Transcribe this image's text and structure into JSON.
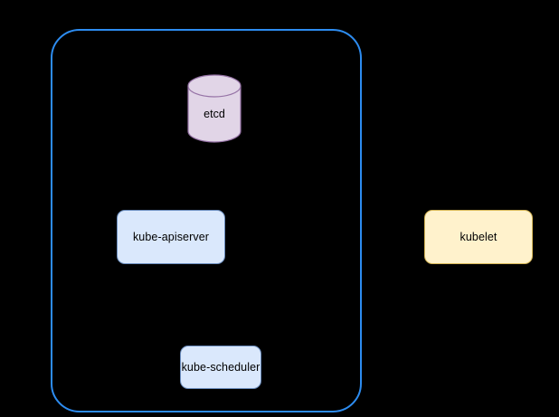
{
  "diagram": {
    "background_color": "#000000",
    "control_plane": {
      "name": "control-plane-boundary",
      "border_color": "#2d8cf0",
      "fill": "none"
    },
    "nodes": [
      {
        "id": "etcd",
        "label": "etcd",
        "shape": "cylinder",
        "fill_color": "#e1d5e7",
        "border_color": "#9673a6",
        "inside_control_plane": true
      },
      {
        "id": "kube-apiserver",
        "label": "kube-apiserver",
        "shape": "rounded-rect",
        "fill_color": "#dae8fc",
        "border_color": "#6c8ebf",
        "inside_control_plane": true
      },
      {
        "id": "kube-scheduler",
        "label": "kube-scheduler",
        "shape": "rounded-rect",
        "fill_color": "#dae8fc",
        "border_color": "#6c8ebf",
        "inside_control_plane": true
      },
      {
        "id": "kubelet",
        "label": "kubelet",
        "shape": "rounded-rect",
        "fill_color": "#fff2cc",
        "border_color": "#d6b656",
        "inside_control_plane": false
      }
    ]
  }
}
